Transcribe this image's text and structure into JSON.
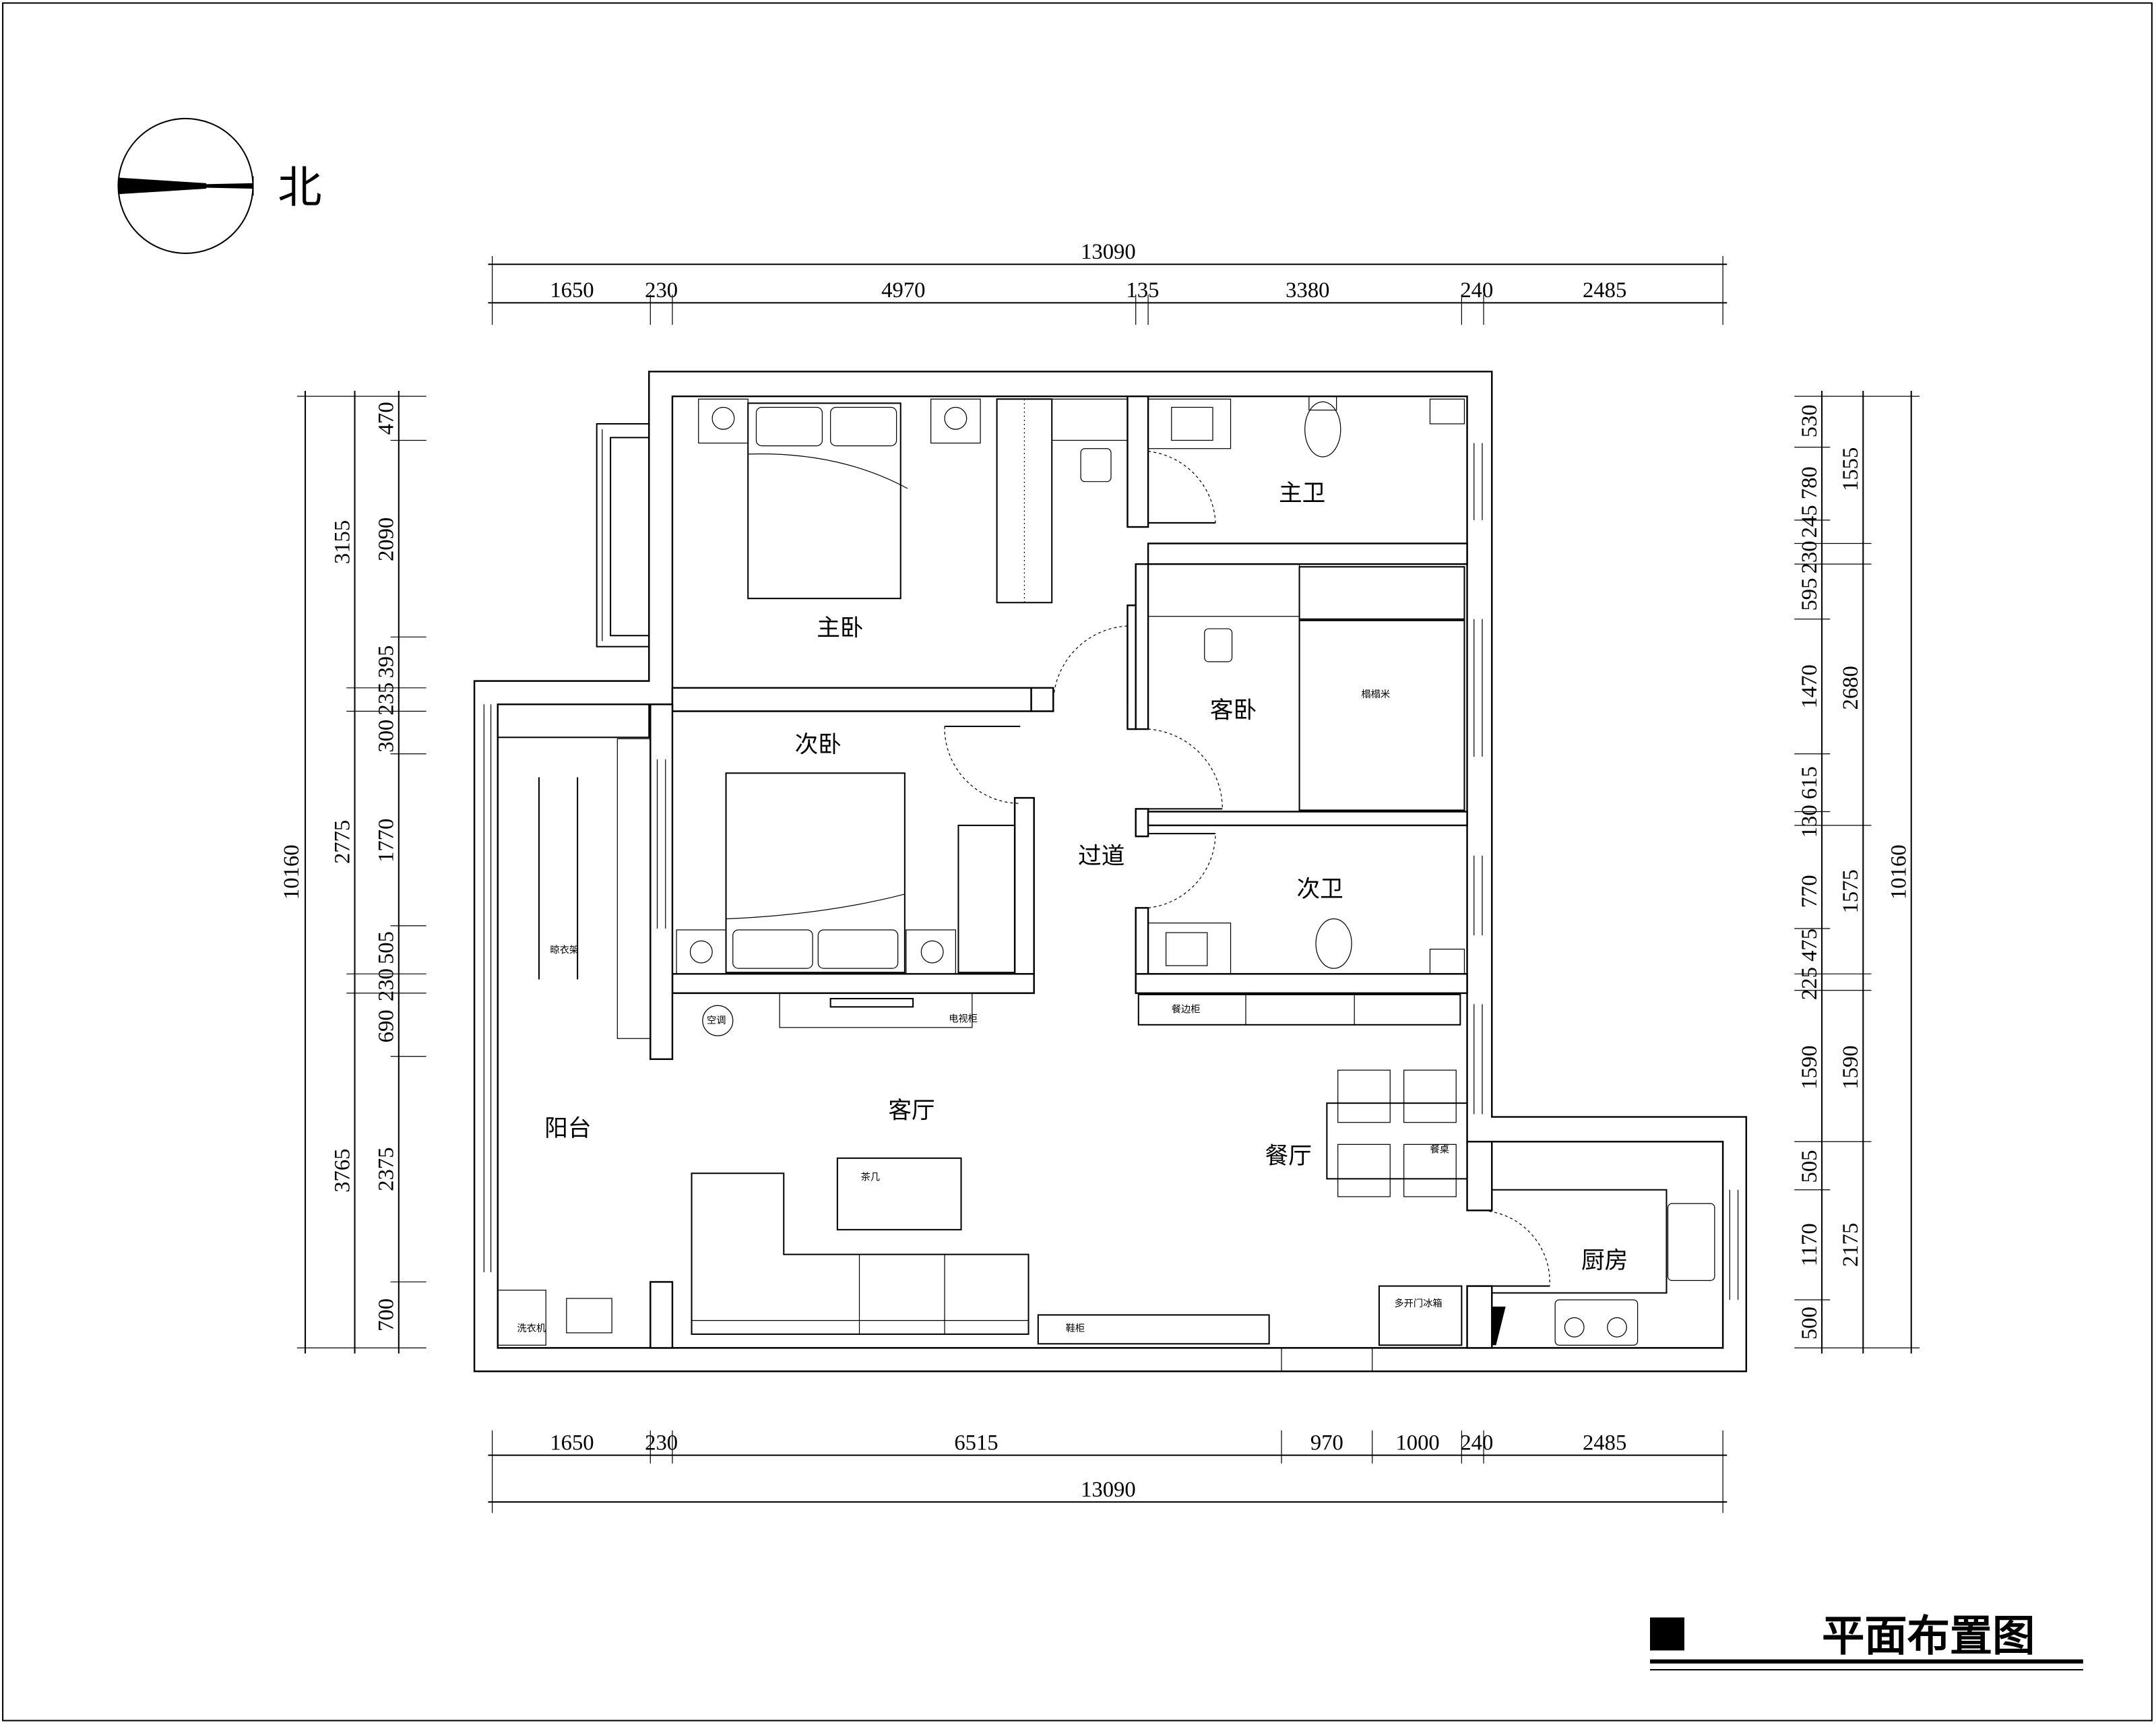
{
  "compass": {
    "label": "北"
  },
  "title": "平面布置图",
  "rooms": {
    "master_bedroom": "主卧",
    "master_bath": "主卫",
    "guest_bedroom": "客卧",
    "second_bedroom": "次卧",
    "corridor": "过道",
    "second_bath": "次卫",
    "balcony": "阳台",
    "living_room": "客厅",
    "dining_room": "餐厅",
    "kitchen": "厨房"
  },
  "furniture": {
    "tatami": "榻榻米",
    "drying_rack": "晾衣架",
    "tv_cabinet": "电视柜",
    "coffee_table": "茶几",
    "sideboard": "餐边柜",
    "dining_table": "餐桌",
    "shoe_cabinet": "鞋柜",
    "fridge": "多开门冰箱",
    "washer": "洗衣机",
    "air_conditioner": "空调"
  },
  "dimensions": {
    "top_total": "13090",
    "top": [
      "1650",
      "230",
      "4970",
      "135",
      "3380",
      "240",
      "2485"
    ],
    "bottom_total": "13090",
    "bottom": [
      "1650",
      "230",
      "6515",
      "970",
      "1000",
      "240",
      "2485"
    ],
    "left_total": "10160",
    "left_mid": [
      "3155",
      "2775",
      "3765"
    ],
    "left_inner": [
      "470",
      "2090",
      "395",
      "235",
      "300",
      "1770",
      "505",
      "230",
      "690",
      "2375",
      "700"
    ],
    "right_total": "10160",
    "right_mid": [
      "1555",
      "2680",
      "1575",
      "1590",
      "2175"
    ],
    "right_inner": [
      "530",
      "780",
      "245",
      "230",
      "595",
      "1470",
      "615",
      "130",
      "770",
      "475",
      "225",
      "1590",
      "505",
      "1170",
      "500"
    ]
  }
}
